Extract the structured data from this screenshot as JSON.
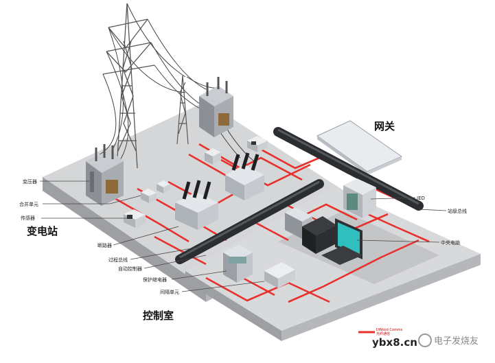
{
  "colors": {
    "fiber": "#e8302c",
    "platform": "#d9dadb",
    "pipe": "#2b2d30",
    "leader": "#444444"
  },
  "regions": {
    "substation": "变电站",
    "control_room": "控制室",
    "gateway": "网关"
  },
  "callouts": {
    "transformer": "变压器",
    "merging_unit": "合并单元",
    "sensor": "传感器",
    "breaker": "断路器",
    "process_bus": "过程总线",
    "auto_controller": "自动控制器",
    "protection_relay": "保护继电器",
    "interval_unit": "间隔单元",
    "ied": "IED",
    "station_bus": "站级总线",
    "central_computer": "中央电脑"
  },
  "legend": {
    "line1": "DWood Comms",
    "line2": "光纤通信"
  },
  "watermark": {
    "url": "ybx8.cn",
    "site": "电子发烧友"
  }
}
